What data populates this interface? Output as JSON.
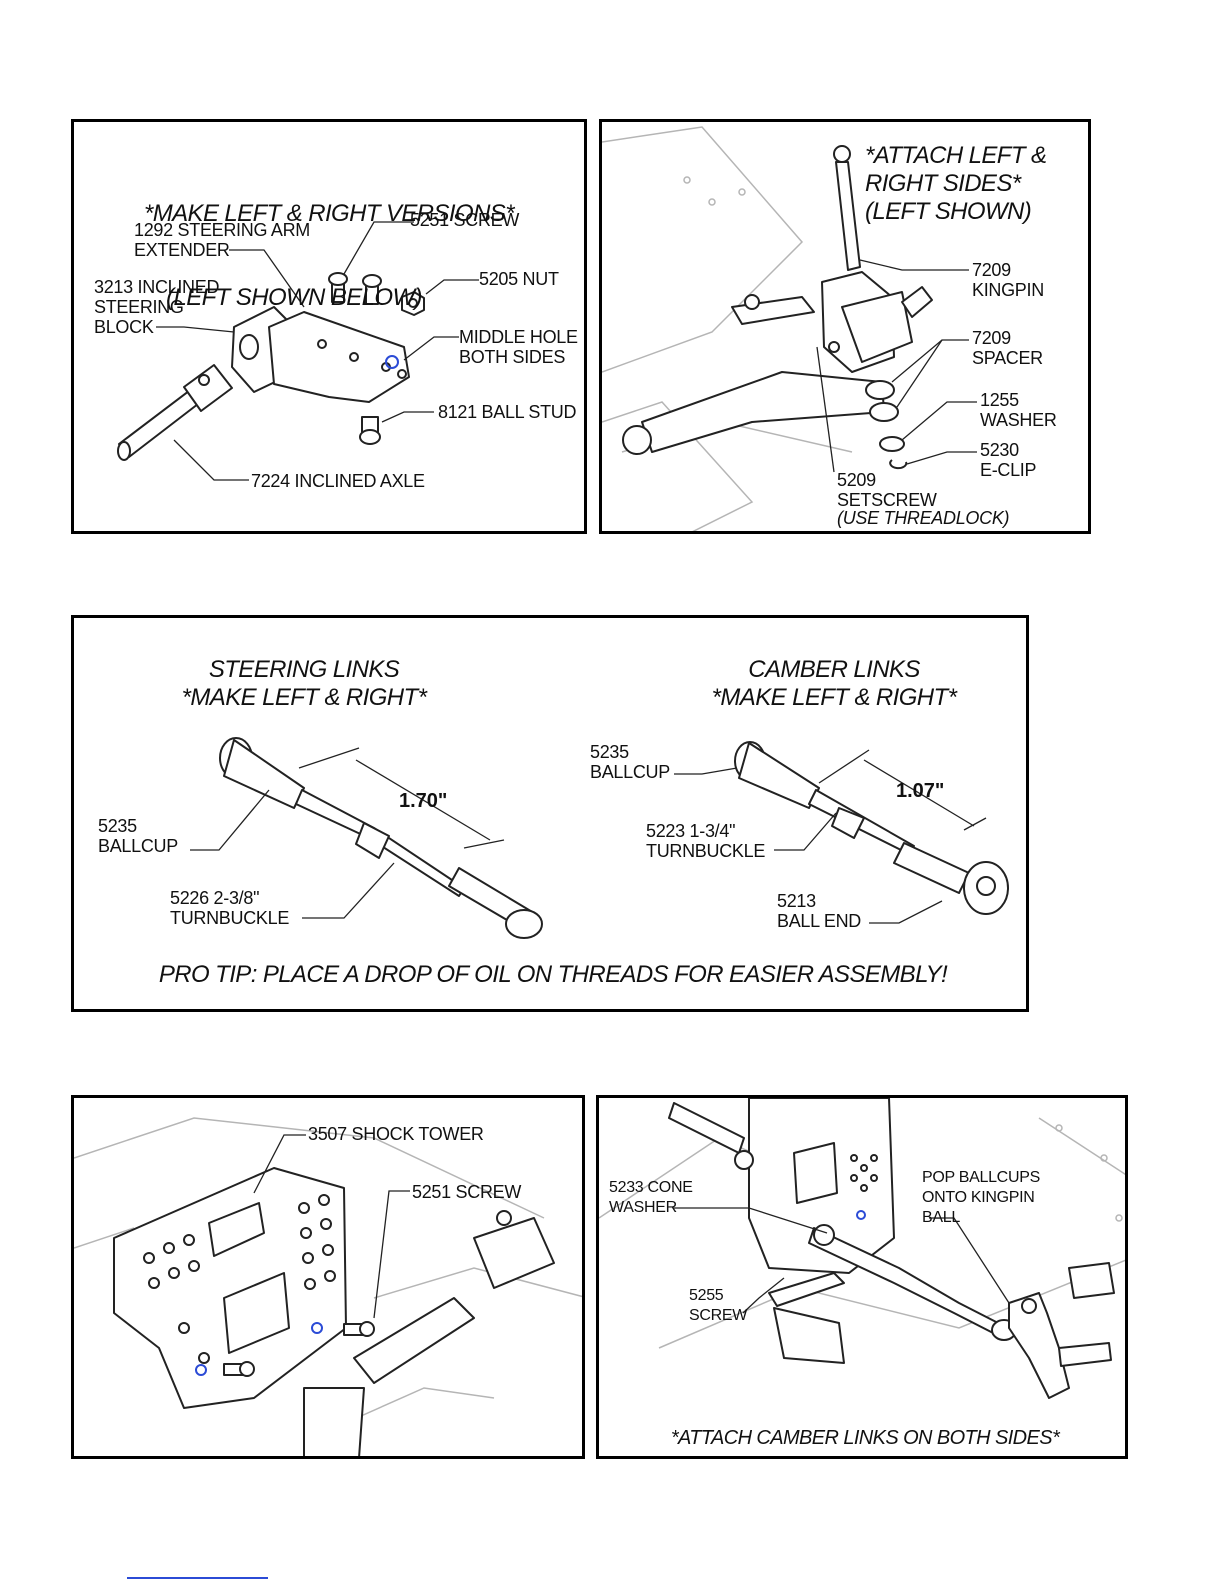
{
  "panel1": {
    "title_line1": "*MAKE LEFT & RIGHT VERSIONS*",
    "title_line2": "(LEFT SHOWN BELOW)",
    "labels": {
      "extender": "1292 STEERING ARM\nEXTENDER",
      "screw": "5251 SCREW",
      "block": "3213 INCLINED\nSTEERING\nBLOCK",
      "nut": "5205 NUT",
      "middle_hole": "MIDDLE HOLE\nBOTH SIDES",
      "ball_stud": "8121 BALL STUD",
      "axle": "7224 INCLINED AXLE"
    }
  },
  "panel2": {
    "title": "*ATTACH LEFT &\nRIGHT SIDES*\n(LEFT SHOWN)",
    "labels": {
      "kingpin": "7209\nKINGPIN",
      "spacer": "7209\nSPACER",
      "washer": "1255\nWASHER",
      "eclip": "5230\nE-CLIP",
      "setscrew": "5209\nSETSCREW",
      "threadlock": "(USE THREADLOCK)"
    }
  },
  "panel3": {
    "steering_title": "STEERING LINKS\n*MAKE LEFT & RIGHT*",
    "camber_title": "CAMBER LINKS\n*MAKE LEFT & RIGHT*",
    "steering_dim": "1.70\"",
    "camber_dim": "1.07\"",
    "labels": {
      "steer_ballcup": "5235\nBALLCUP",
      "steer_turnbuckle": "5226 2-3/8\"\nTURNBUCKLE",
      "camber_ballcup": "5235\nBALLCUP",
      "camber_turnbuckle": "5223 1-3/4\"\nTURNBUCKLE",
      "ball_end": "5213\nBALL END"
    },
    "pro_tip": "PRO TIP: PLACE A DROP OF OIL ON THREADS FOR EASIER ASSEMBLY!"
  },
  "panel4": {
    "labels": {
      "shock_tower": "3507 SHOCK TOWER",
      "screw": "5251 SCREW"
    }
  },
  "panel5": {
    "labels": {
      "cone_washer": "5233 CONE\nWASHER",
      "screw": "5255\nSCREW",
      "pop_ballcups": "POP BALLCUPS\nONTO KINGPIN\nBALL"
    },
    "footer": "*ATTACH CAMBER LINKS ON BOTH SIDES*"
  },
  "colors": {
    "border": "#000000",
    "highlight": "#2b4bd6",
    "line_art": "#222222",
    "ghost": "#b5b5b5"
  }
}
